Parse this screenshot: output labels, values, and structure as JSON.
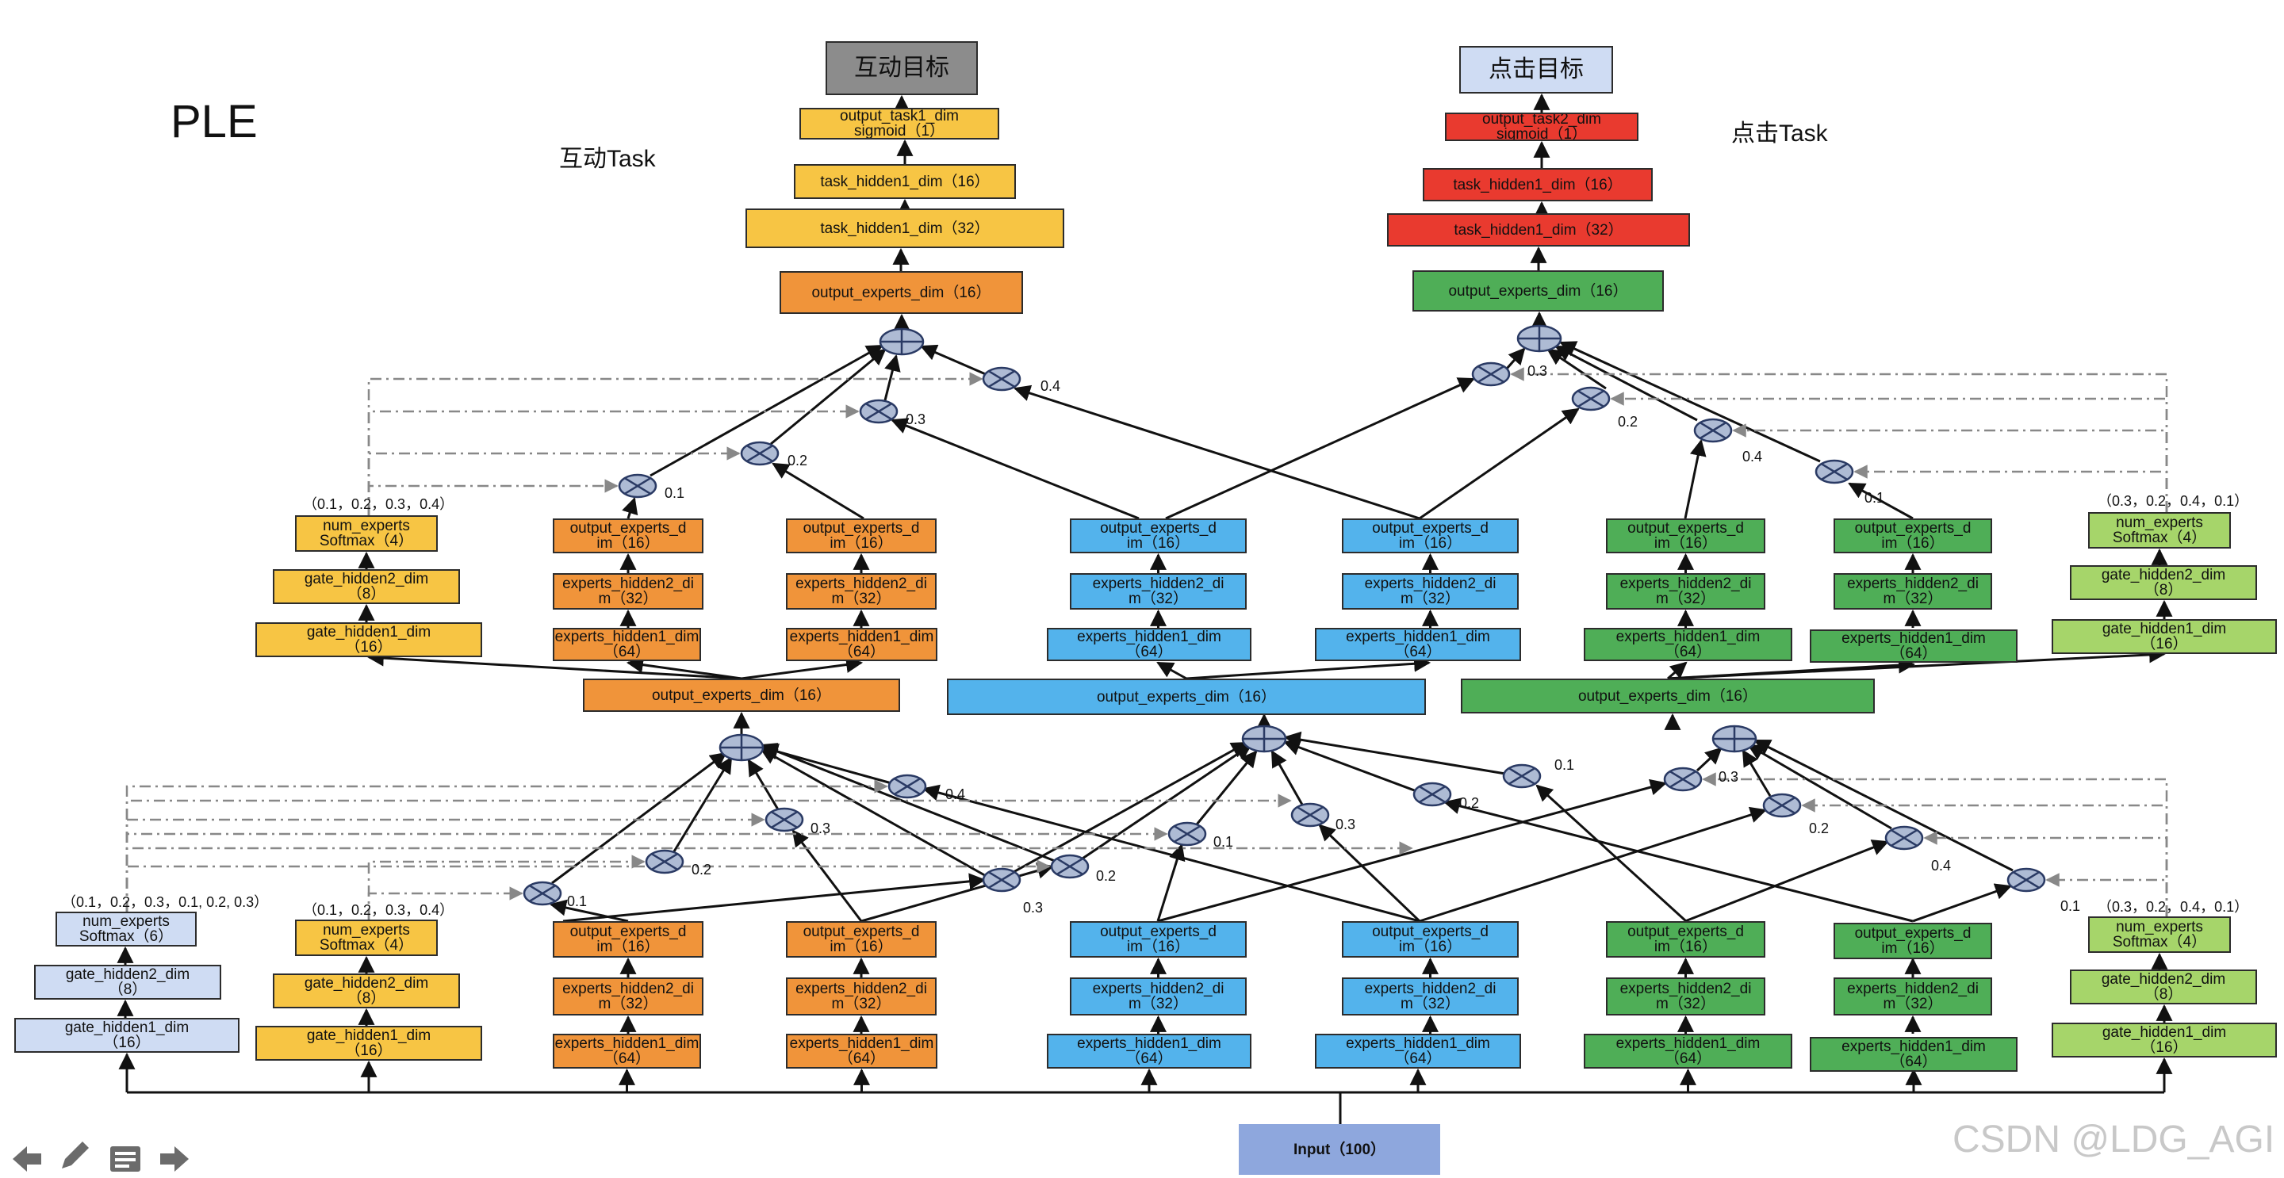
{
  "title": "PLE",
  "task1_label": "互动Task",
  "task2_label": "点击Task",
  "targets": {
    "task1": "互动目标",
    "task2": "点击目标"
  },
  "towers": {
    "task1": {
      "output": "output_task1_dim\nsigmoid（1）",
      "hidden1": "task_hidden1_dim（16）",
      "hidden0": "task_hidden1_dim（32）"
    },
    "task2": {
      "output": "output_task2_dim\nsigmoid（1）",
      "hidden1": "task_hidden1_dim（16）",
      "hidden0": "task_hidden1_dim（32）"
    }
  },
  "expert_labels": {
    "output": "output_experts_d\nim（16）",
    "hidden2": "experts_hidden2_di\nm（32）",
    "hidden1": "experts_hidden1_dim\n（64）"
  },
  "gate_labels": {
    "softmax4": "num_experts\nSoftmax（4）",
    "softmax6": "num_experts\nSoftmax（6）",
    "hidden2": "gate_hidden2_dim\n（8）",
    "hidden1": "gate_hidden1_dim\n（16）"
  },
  "gate_weights": {
    "g1": "（0.1，0.2，0.3，0.4）",
    "g2": "（0.3，0.2，0.4，0.1）",
    "g_shared": "（0.1，0.2，0.3，0.1, 0.2, 0.3）"
  },
  "mid_outputs": {
    "task1": "output_experts_dim（16）",
    "shared": "output_experts_dim（16）",
    "task2": "output_experts_dim（16）"
  },
  "top_outputs": {
    "task1": "output_experts_dim（16）",
    "task2": "output_experts_dim（16）"
  },
  "weights": {
    "w01": "0.1",
    "w02": "0.2",
    "w03": "0.3",
    "w04": "0.4"
  },
  "input_label": "Input（100）",
  "watermark": "CSDN @LDG_AGI",
  "colors": {
    "yellow": "#f7c544",
    "orange": "#f0943a",
    "blue": "#53b3ec",
    "green": "#4fae57",
    "light_green": "#a6d56a",
    "light_blue": "#cfdcf3",
    "red": "#e93a2f",
    "gray": "#8c8c8c",
    "input": "#8ea7dd"
  },
  "toolbar": {
    "back": "arrow-left-icon",
    "pen": "pen-icon",
    "notes": "notes-icon",
    "forward": "arrow-right-icon"
  }
}
